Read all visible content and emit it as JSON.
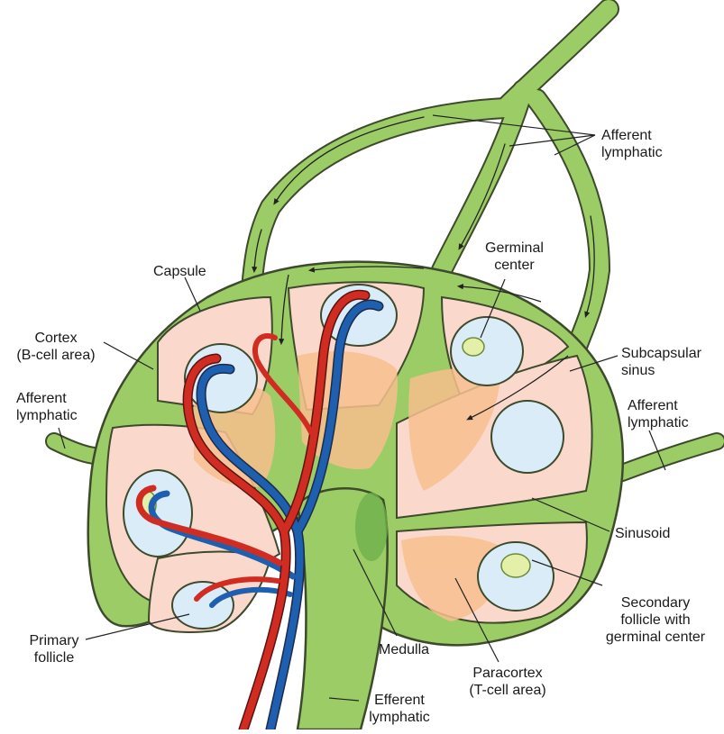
{
  "labels": {
    "afferent_top": [
      "Afferent",
      "lymphatic"
    ],
    "germinal_center": [
      "Germinal",
      "center"
    ],
    "capsule": "Capsule",
    "cortex": [
      "Cortex",
      "(B-cell area)"
    ],
    "subcapsular_sinus": [
      "Subcapsular",
      "sinus"
    ],
    "afferent_left": [
      "Afferent",
      "lymphatic"
    ],
    "afferent_right": [
      "Afferent",
      "lymphatic"
    ],
    "sinusoid": "Sinusoid",
    "secondary_follicle": [
      "Secondary",
      "follicle with",
      "germinal center"
    ],
    "primary_follicle": [
      "Primary",
      "follicle"
    ],
    "medulla": "Medulla",
    "paracortex": [
      "Paracortex",
      "(T-cell area)"
    ],
    "efferent": [
      "Efferent",
      "lymphatic"
    ]
  },
  "colors": {
    "sinus_green": "#9ccc65",
    "outline": "#3d4a2c",
    "cortex_pink": "#fbd8cc",
    "paracortex_orange": "#f7c08e",
    "follicle_blue": "#d9ecf7",
    "germinal_yellow": "#e4efa8",
    "artery_red": "#d02c22",
    "vein_blue": "#1f5fb0"
  }
}
